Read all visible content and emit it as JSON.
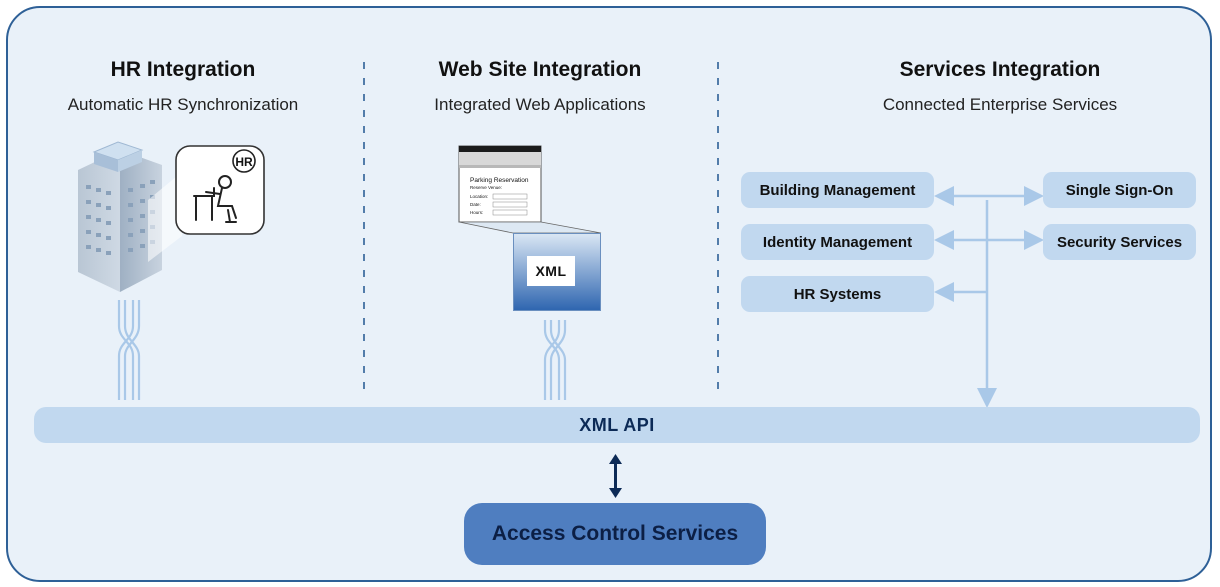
{
  "columns": [
    {
      "title": "HR Integration",
      "subtitle": "Automatic HR Synchronization"
    },
    {
      "title": "Web Site Integration",
      "subtitle": "Integrated Web Applications"
    },
    {
      "title": "Services Integration",
      "subtitle": "Connected Enterprise Services"
    }
  ],
  "hr_badge": "HR",
  "webform": {
    "heading": "Parking Reservation",
    "subheading": "Reserve Venue:",
    "fields": [
      "Location:",
      "Date:",
      "Hours:"
    ]
  },
  "xml_label": "XML",
  "services": {
    "left": [
      "Building Management",
      "Identity Management",
      "HR Systems"
    ],
    "right": [
      "Single Sign-On",
      "Security Services"
    ]
  },
  "api_label": "XML API",
  "access_label": "Access Control Services",
  "colors": {
    "border": "#2e6097",
    "panel": "#e9f1f9",
    "box": "#c1d8ef",
    "accent": "#4f7ec0",
    "arrow": "#a9c8e8"
  }
}
